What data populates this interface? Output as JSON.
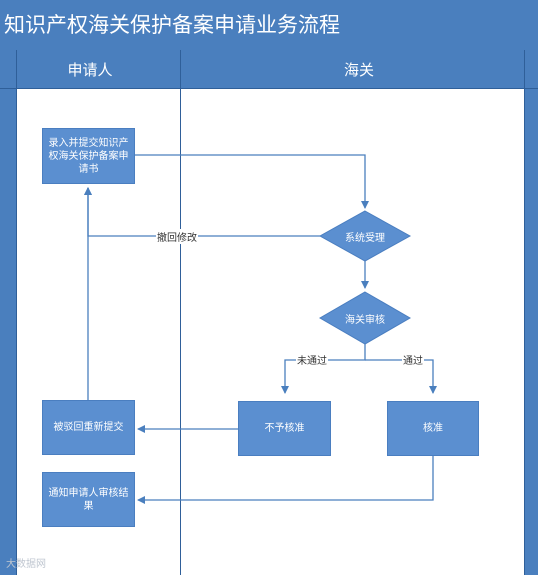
{
  "title": "知识产权海关保护备案申请业务流程",
  "lanes": {
    "left": "申请人",
    "right": "海关"
  },
  "nodes": {
    "enter_submit": "录入并提交知识产权海关保护备案申请书",
    "system_accept": "系统受理",
    "customs_review": "海关审核",
    "not_approved": "不予核准",
    "approved": "核准",
    "rejected_resubmit": "被驳回重新提交",
    "notify_result": "通知申请人审核结果"
  },
  "edges": {
    "withdraw_modify": "撤回修改",
    "not_passed": "未通过",
    "passed": "通过"
  },
  "watermark": "大数据网"
}
